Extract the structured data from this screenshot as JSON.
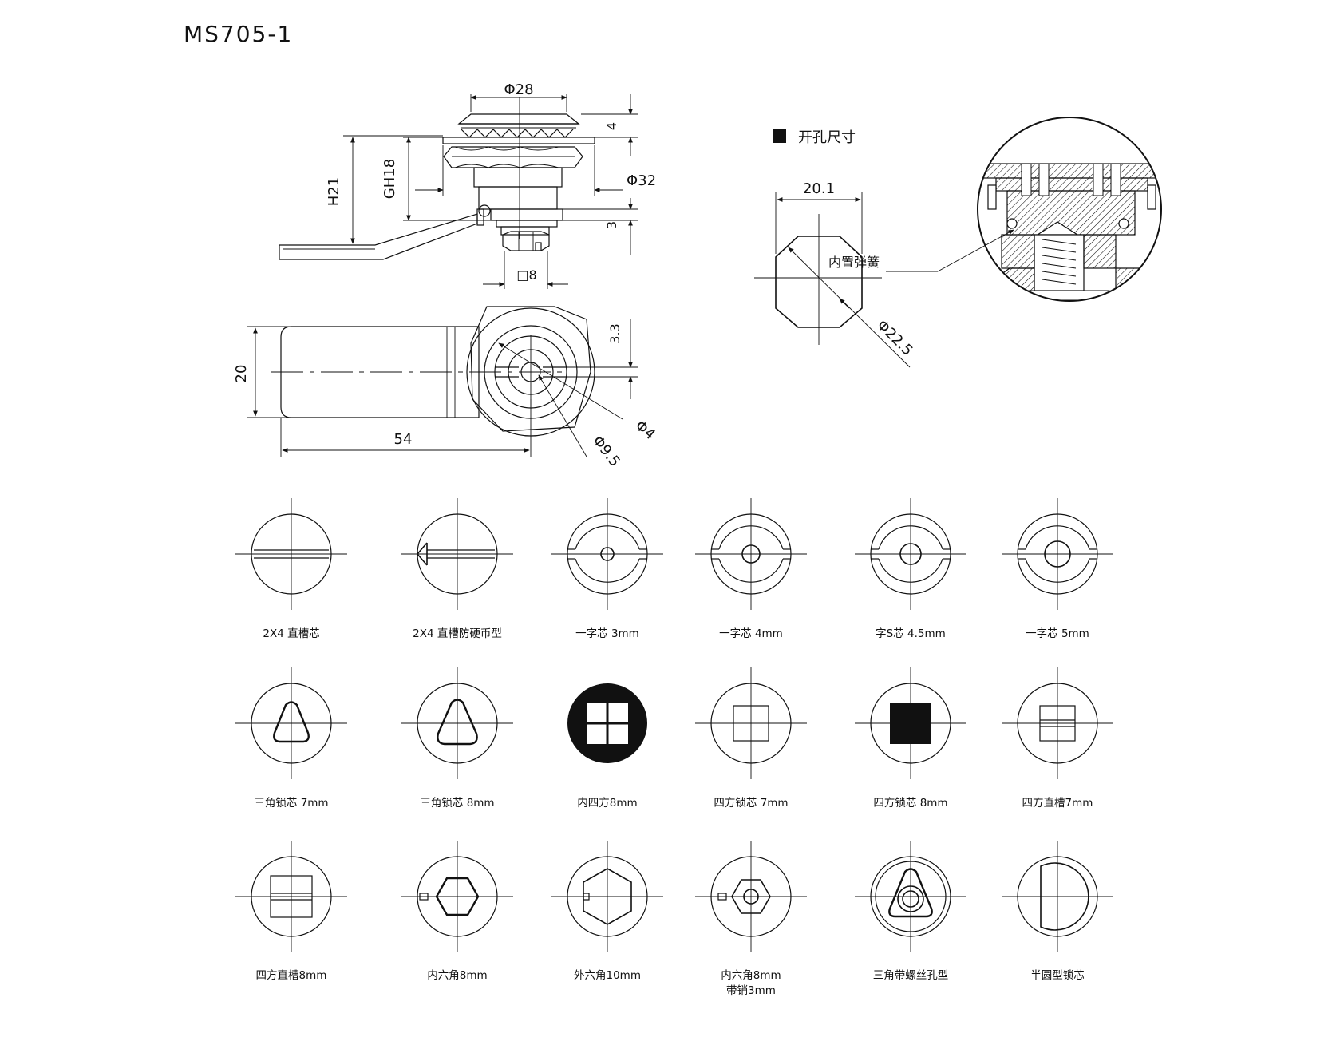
{
  "title": "MS705-1",
  "dimensions": {
    "d28": "Φ28",
    "d4_top": "4",
    "h21": "H21",
    "gh18": "GH18",
    "d32": "Φ32",
    "d3": "3",
    "sq8": "□8",
    "d20": "20",
    "d54": "54",
    "d33": "3.3",
    "phi4": "Φ4",
    "phi95": "Φ9.5",
    "w201": "20.1",
    "phi225": "Φ22.5"
  },
  "cutout": {
    "heading": "开孔尺寸",
    "spring_label": "内置弹簧"
  },
  "variants": [
    {
      "label": "2X4 直槽芯"
    },
    {
      "label": "2X4 直槽防硬币型"
    },
    {
      "label": "一字芯 3mm"
    },
    {
      "label": "一字芯 4mm"
    },
    {
      "label": "字S芯 4.5mm"
    },
    {
      "label": "一字芯 5mm"
    },
    {
      "label": "三角锁芯 7mm"
    },
    {
      "label": "三角锁芯 8mm"
    },
    {
      "label": "内四方8mm"
    },
    {
      "label": "四方锁芯 7mm"
    },
    {
      "label": "四方锁芯 8mm"
    },
    {
      "label": "四方直槽7mm"
    },
    {
      "label": "四方直槽8mm"
    },
    {
      "label": "内六角8mm"
    },
    {
      "label": "外六角10mm"
    },
    {
      "label": "内六角8mm",
      "label2": "带销3mm"
    },
    {
      "label": "三角带螺丝孔型"
    },
    {
      "label": "半圆型锁芯"
    }
  ]
}
